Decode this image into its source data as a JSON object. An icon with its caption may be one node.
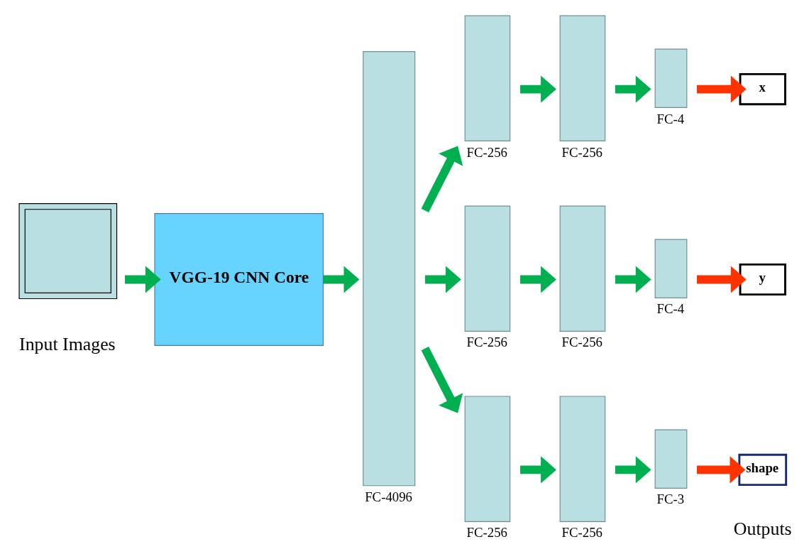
{
  "diagram": {
    "nodes": [
      {
        "text": [
          "Input Images"
        ]
      },
      {
        "text": [
          "VGG-19 CNN Core"
        ]
      },
      {
        "text": [
          "FC-4096"
        ]
      },
      {
        "text": [
          "FC-256"
        ]
      },
      {
        "text": [
          "FC-256"
        ]
      },
      {
        "text": [
          "FC-4"
        ]
      },
      {
        "text": [
          "x"
        ]
      },
      {
        "text": [
          "FC-256"
        ]
      },
      {
        "text": [
          "FC-256"
        ]
      },
      {
        "text": [
          "FC-4"
        ]
      },
      {
        "text": [
          "y"
        ]
      },
      {
        "text": [
          "FC-256"
        ]
      },
      {
        "text": [
          "FC-256"
        ]
      },
      {
        "text": [
          "FC-3"
        ]
      },
      {
        "text": [
          "shape"
        ]
      }
    ],
    "edges": [
      {
        "from": 0,
        "to": 1,
        "arrow": "to"
      },
      {
        "from": 1,
        "to": 2,
        "arrow": "to"
      },
      {
        "from": 2,
        "to": 3,
        "arrow": "to"
      },
      {
        "from": 3,
        "to": 4,
        "arrow": "to"
      },
      {
        "from": 4,
        "to": 5,
        "arrow": "to"
      },
      {
        "from": 5,
        "to": 6,
        "arrow": "to",
        "color": "#ff3300"
      },
      {
        "from": 2,
        "to": 7,
        "arrow": "to"
      },
      {
        "from": 7,
        "to": 8,
        "arrow": "to"
      },
      {
        "from": 8,
        "to": 9,
        "arrow": "to"
      },
      {
        "from": 9,
        "to": 10,
        "arrow": "to",
        "color": "#ff3300"
      },
      {
        "from": 2,
        "to": 11,
        "arrow": "to"
      },
      {
        "from": 11,
        "to": 12,
        "arrow": "to"
      },
      {
        "from": 12,
        "to": 13,
        "arrow": "to"
      },
      {
        "from": 13,
        "to": 14,
        "arrow": "to",
        "color": "#ff3300"
      }
    ],
    "labels": [
      "Outputs"
    ]
  }
}
